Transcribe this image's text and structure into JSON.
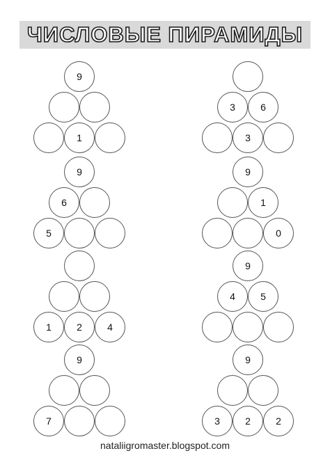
{
  "title": "ЧИСЛОВЫЕ ПИРАМИДЫ",
  "footer": "nataliigromaster.blogspot.com",
  "pyramids": [
    {
      "cells": [
        "9",
        "",
        "",
        "",
        "1",
        ""
      ]
    },
    {
      "cells": [
        "",
        "3",
        "6",
        "",
        "3",
        ""
      ]
    },
    {
      "cells": [
        "9",
        "6",
        "",
        "5",
        "",
        ""
      ]
    },
    {
      "cells": [
        "9",
        "",
        "1",
        "",
        "",
        "0"
      ]
    },
    {
      "cells": [
        "",
        "",
        "",
        "1",
        "2",
        "4"
      ]
    },
    {
      "cells": [
        "9",
        "4",
        "5",
        "",
        "",
        ""
      ]
    },
    {
      "cells": [
        "9",
        "",
        "",
        "7",
        "",
        ""
      ]
    },
    {
      "cells": [
        "9",
        "",
        "",
        "3",
        "2",
        "2"
      ]
    }
  ]
}
